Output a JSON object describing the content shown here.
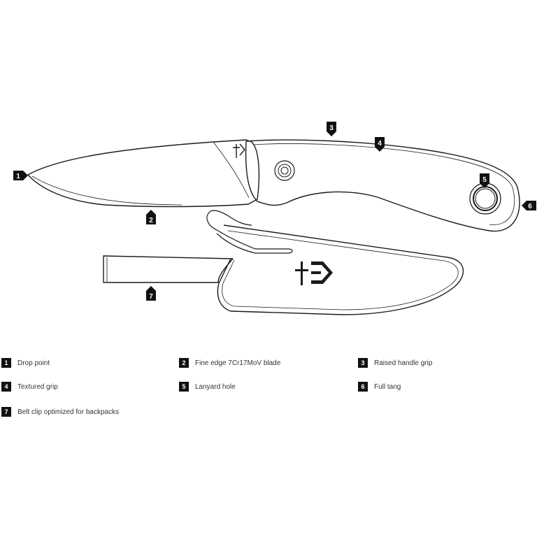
{
  "callouts": [
    {
      "id": "1",
      "label": "Drop point"
    },
    {
      "id": "2",
      "label": "Fine edge 7Cr17MoV blade"
    },
    {
      "id": "3",
      "label": "Raised handle grip"
    },
    {
      "id": "4",
      "label": "Textured grip"
    },
    {
      "id": "5",
      "label": "Lanyard hole"
    },
    {
      "id": "6",
      "label": "Full tang"
    },
    {
      "id": "7",
      "label": "Belt clip optimized for backpacks"
    }
  ],
  "colors": {
    "line": "#1a1a1a",
    "marker": "#111111"
  }
}
